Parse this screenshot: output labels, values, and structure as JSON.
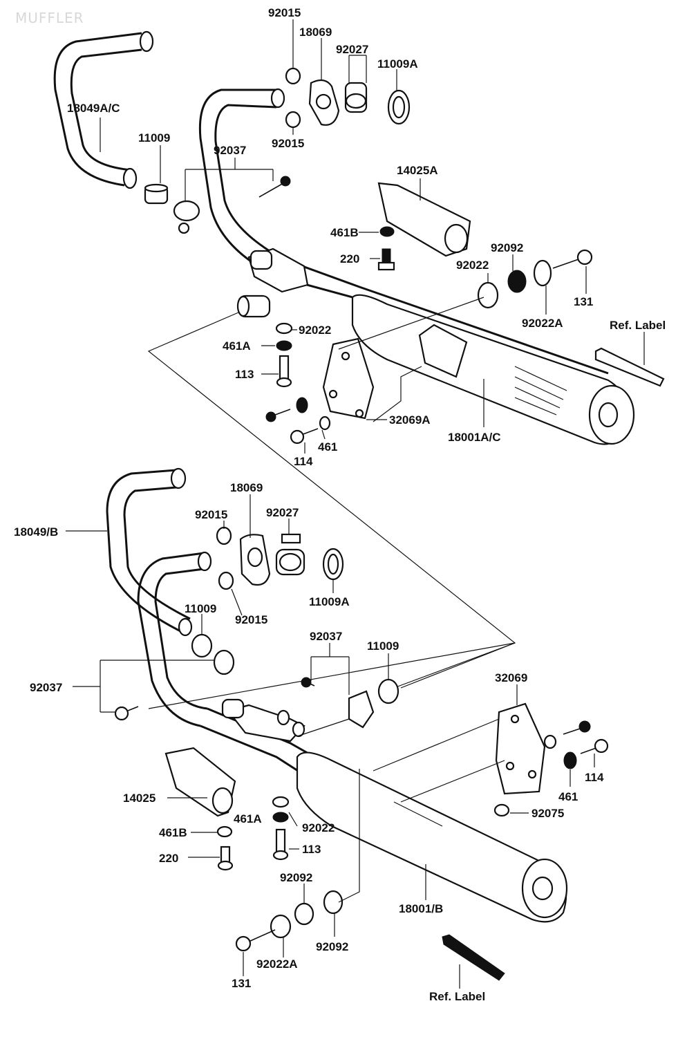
{
  "title": "MUFFLER",
  "labels": {
    "upper": {
      "p92015_top": "92015",
      "p18069": "18069",
      "p92027": "92027",
      "p11009A": "11009A",
      "p18049AC": "18049A/C",
      "p11009": "11009",
      "p92015_bot": "92015",
      "p92037": "92037",
      "p14025A": "14025A",
      "p461B": "461B",
      "p220": "220",
      "p92092": "92092",
      "p92022_r": "92022",
      "p131": "131",
      "p92022A": "92022A",
      "ref_label": "Ref. Label",
      "p92022_c": "92022",
      "p461A": "461A",
      "p113": "113",
      "p32069A": "32069A",
      "p461": "461",
      "p114": "114",
      "p18001AC": "18001A/C"
    },
    "lower": {
      "p18069": "18069",
      "p92015_top": "92015",
      "p92027": "92027",
      "p18049B": "18049/B",
      "p11009A": "11009A",
      "p11009_l": "11009",
      "p92015_bot": "92015",
      "p92037_c": "92037",
      "p11009_r": "11009",
      "p92037_l": "92037",
      "p32069": "32069",
      "p114": "114",
      "p461": "461",
      "p14025": "14025",
      "p461A": "461A",
      "p92022": "92022",
      "p92075": "92075",
      "p461B": "461B",
      "p113": "113",
      "p220": "220",
      "p92092_top": "92092",
      "p18001B": "18001/B",
      "p92092_bot": "92092",
      "p92022A": "92022A",
      "p131": "131",
      "ref_label": "Ref. Label"
    }
  },
  "icons": {
    "exhaust_pipe": "exhaust-pipe-icon",
    "muffler": "muffler-icon",
    "gasket": "gasket-icon",
    "bolt": "bolt-icon",
    "nut": "nut-icon",
    "washer": "washer-icon",
    "bracket": "bracket-icon",
    "heat_shield": "heat-shield-icon",
    "clamp": "clamp-icon",
    "ref_label_plate": "ref-label-plate-icon"
  }
}
